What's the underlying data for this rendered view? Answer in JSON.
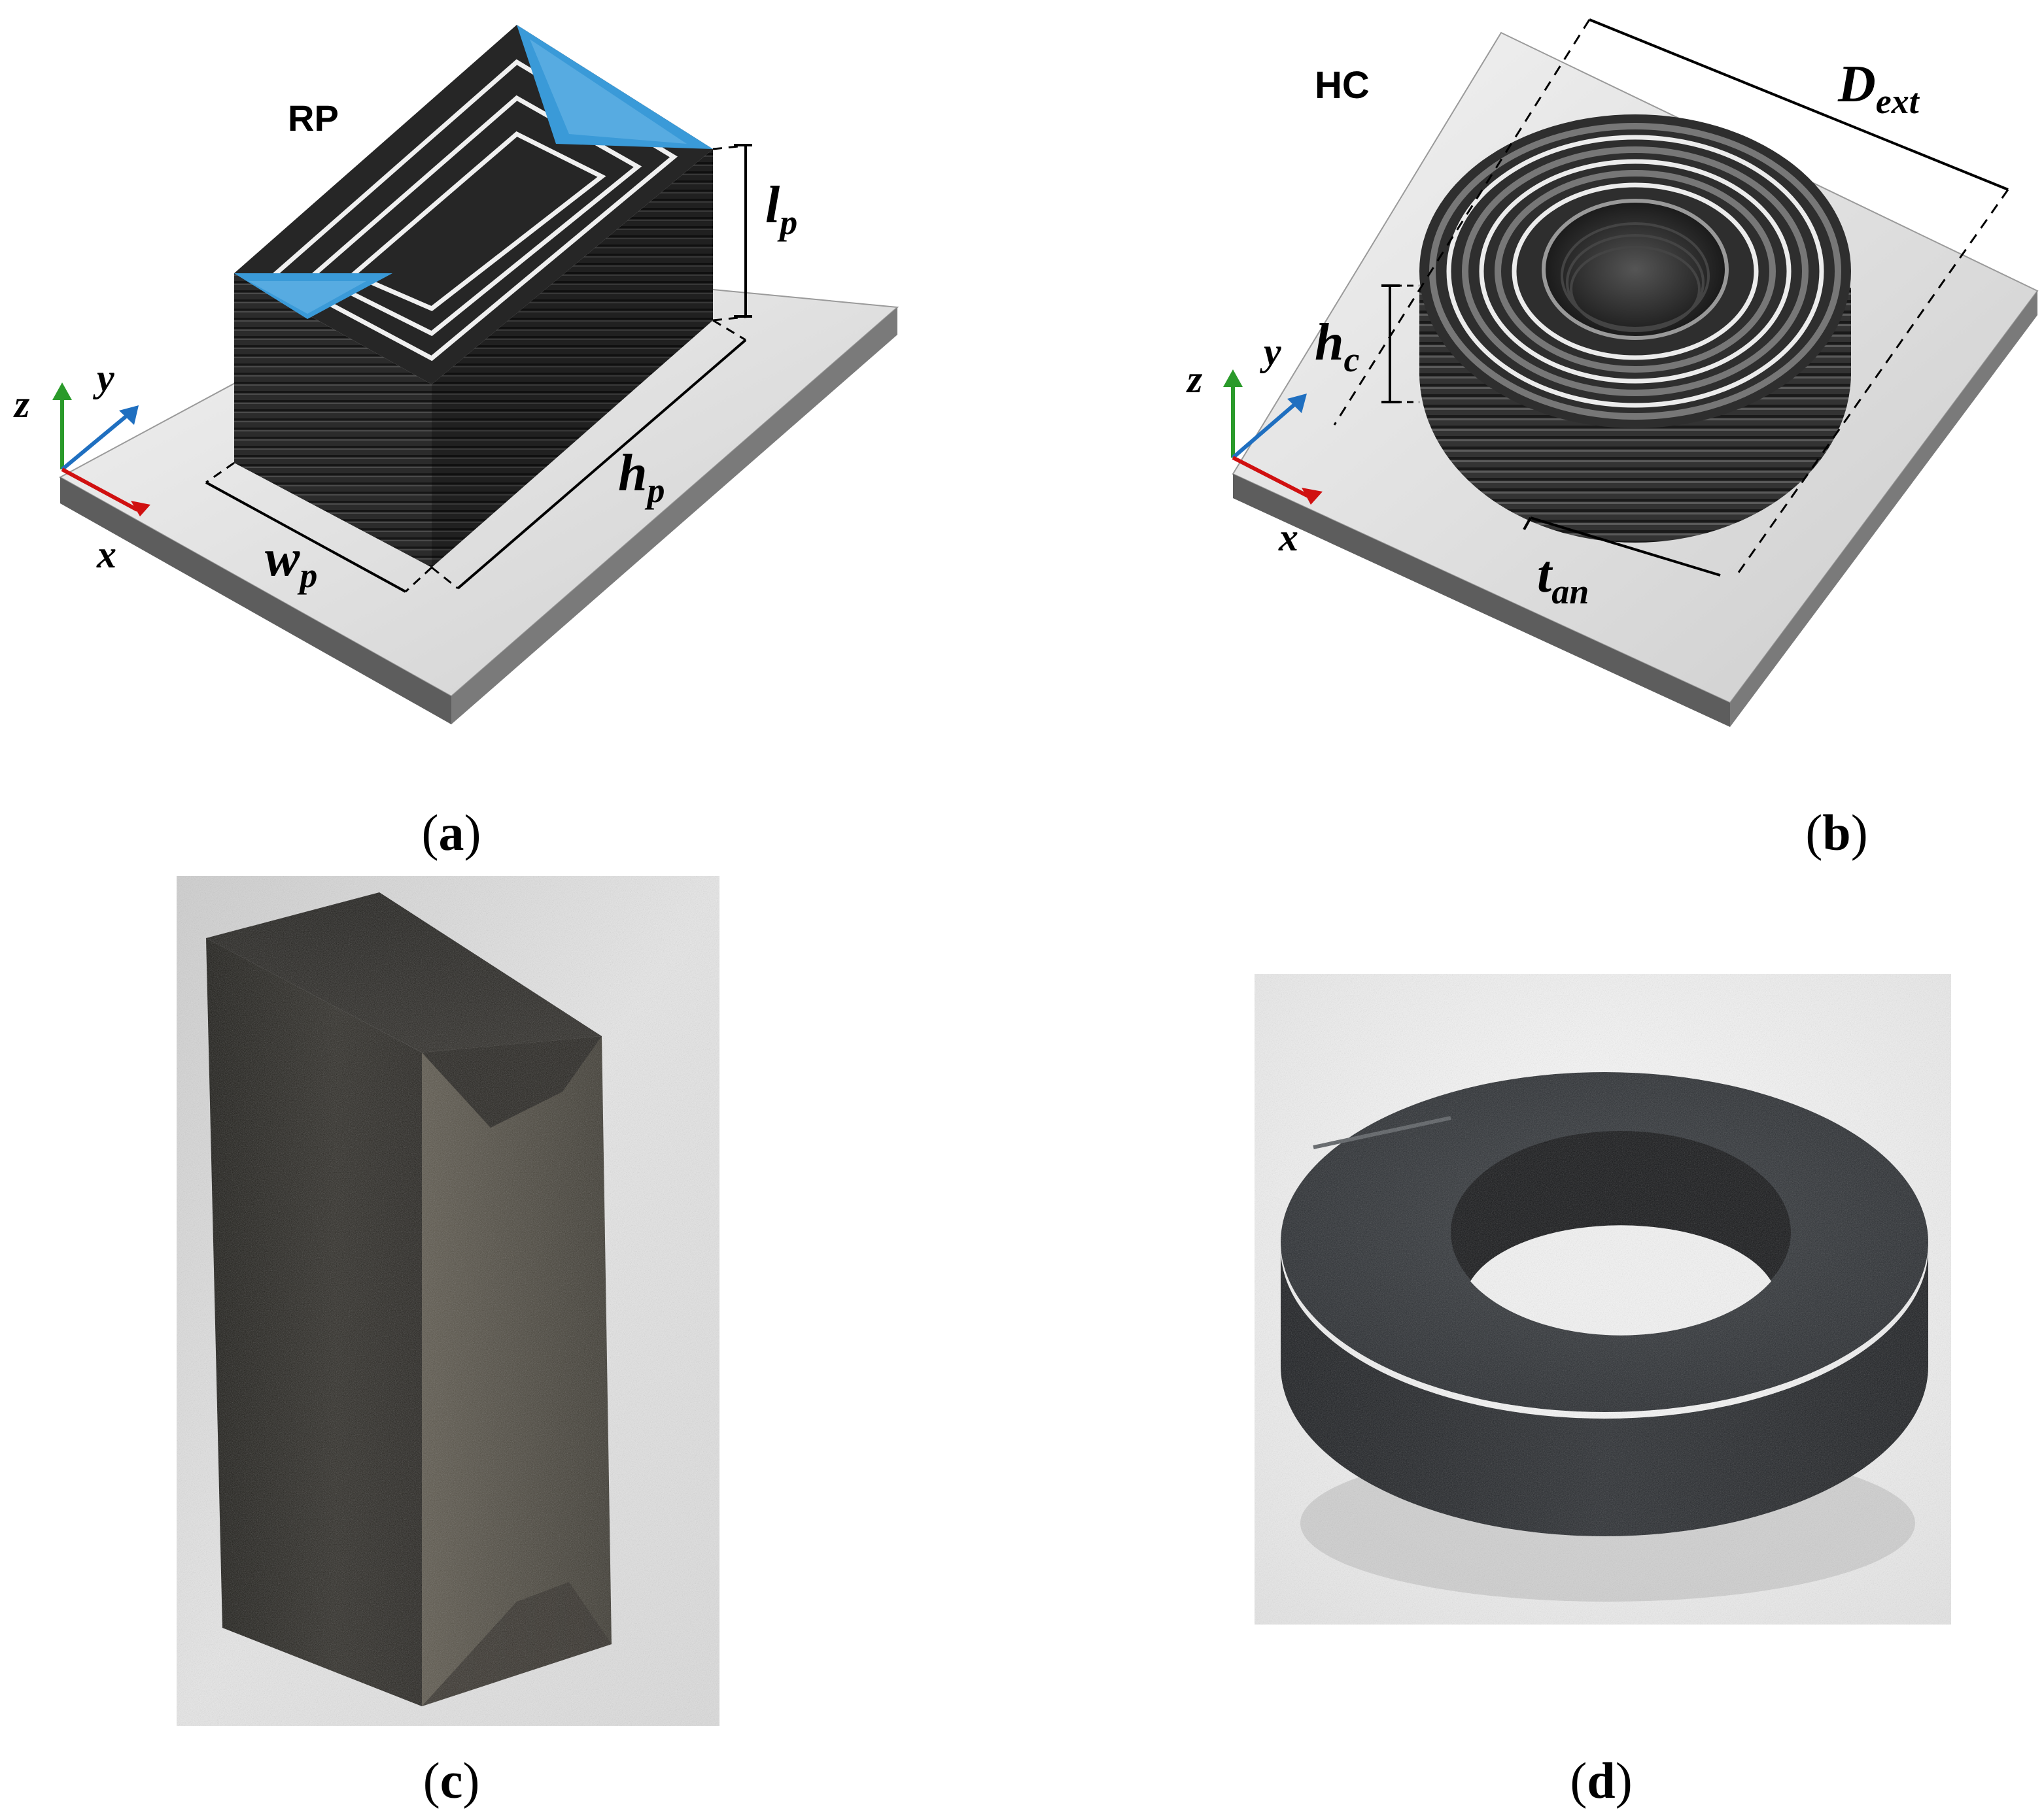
{
  "panels": {
    "a": {
      "caption_open": "(",
      "caption_letter": "a",
      "caption_close": ")",
      "title": "RP",
      "dims": {
        "l": {
          "base": "l",
          "sub": "p"
        },
        "h": {
          "base": "h",
          "sub": "p"
        },
        "w": {
          "base": "w",
          "sub": "p"
        }
      },
      "axes": {
        "x": "x",
        "y": "y",
        "z": "z"
      }
    },
    "b": {
      "caption_open": "(",
      "caption_letter": "b",
      "caption_close": ")",
      "title": "HC",
      "dims": {
        "D": {
          "base": "D",
          "sub": "ext"
        },
        "h": {
          "base": "h",
          "sub": "c"
        },
        "t": {
          "base": "t",
          "sub": "an"
        }
      },
      "axes": {
        "x": "x",
        "y": "y",
        "z": "z"
      }
    },
    "c": {
      "caption_open": "(",
      "caption_letter": "c",
      "caption_close": ")"
    },
    "d": {
      "caption_open": "(",
      "caption_letter": "d",
      "caption_close": ")"
    }
  },
  "colors": {
    "infill_blue": "#3a9ad8",
    "filament_dark": "#2a2a2a",
    "plate": "#d9d9d9",
    "axis_x": "#d01010",
    "axis_y": "#1f6fc0",
    "axis_z": "#2a9a2a"
  }
}
